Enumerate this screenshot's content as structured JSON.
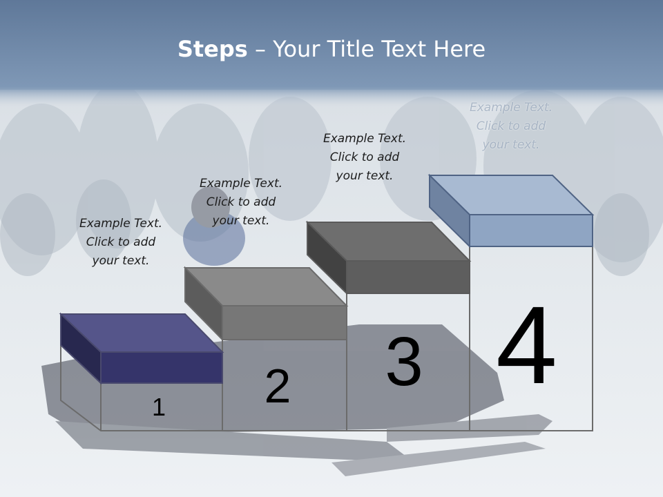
{
  "title": {
    "bold": "Steps",
    "rest": " – Your Title Text Here"
  },
  "steps": [
    {
      "number": "1",
      "lines": [
        "Example Text.",
        "Click  to add",
        "your text."
      ]
    },
    {
      "number": "2",
      "lines": [
        "Example Text.",
        "Click  to add",
        "your text."
      ]
    },
    {
      "number": "3",
      "lines": [
        "Example Text.",
        "Click  to add",
        "your text."
      ]
    },
    {
      "number": "4",
      "lines": [
        "Example Text.",
        "Click  to add",
        "your text."
      ]
    }
  ],
  "colors": {
    "header_band": "#6f87a6",
    "step1_box": "#3b3a6e",
    "step2_box": "#7a7a7a",
    "step3_box": "#636363",
    "step4_box": "#94a9c6",
    "snow": "#e6ebef"
  }
}
